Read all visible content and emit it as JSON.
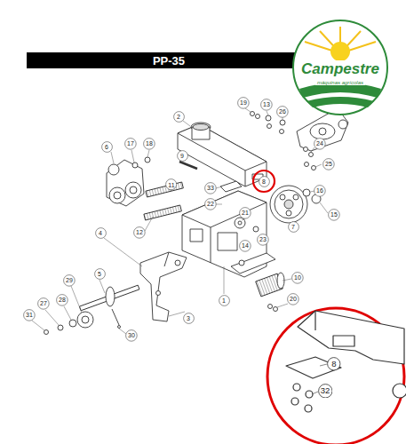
{
  "diagram": {
    "title": "PP-35",
    "nodes": [
      {
        "text": [
          "19"
        ]
      },
      {
        "text": [
          "13"
        ]
      },
      {
        "text": [
          "26"
        ]
      },
      {
        "text": [
          "2"
        ]
      },
      {
        "text": [
          "6"
        ]
      },
      {
        "text": [
          "17"
        ]
      },
      {
        "text": [
          "18"
        ]
      },
      {
        "text": [
          "24"
        ]
      },
      {
        "text": [
          "9"
        ]
      },
      {
        "text": [
          "25"
        ]
      },
      {
        "text": [
          "8"
        ]
      },
      {
        "text": [
          "11"
        ]
      },
      {
        "text": [
          "33"
        ]
      },
      {
        "text": [
          "16"
        ]
      },
      {
        "text": [
          "22"
        ]
      },
      {
        "text": [
          "21"
        ]
      },
      {
        "text": [
          "15"
        ]
      },
      {
        "text": [
          "7"
        ]
      },
      {
        "text": [
          "14"
        ]
      },
      {
        "text": [
          "23"
        ]
      },
      {
        "text": [
          "12"
        ]
      },
      {
        "text": [
          "4"
        ]
      },
      {
        "text": [
          "5"
        ]
      },
      {
        "text": [
          "10"
        ]
      },
      {
        "text": [
          "29"
        ]
      },
      {
        "text": [
          "1"
        ]
      },
      {
        "text": [
          "28"
        ]
      },
      {
        "text": [
          "27"
        ]
      },
      {
        "text": [
          "20"
        ]
      },
      {
        "text": [
          "31"
        ]
      },
      {
        "text": [
          "3"
        ]
      },
      {
        "text": [
          "30"
        ]
      },
      {
        "text": [
          "8"
        ]
      },
      {
        "text": [
          "32"
        ]
      }
    ],
    "labels": [
      "Campestre",
      "máquinas agrícolas"
    ]
  }
}
